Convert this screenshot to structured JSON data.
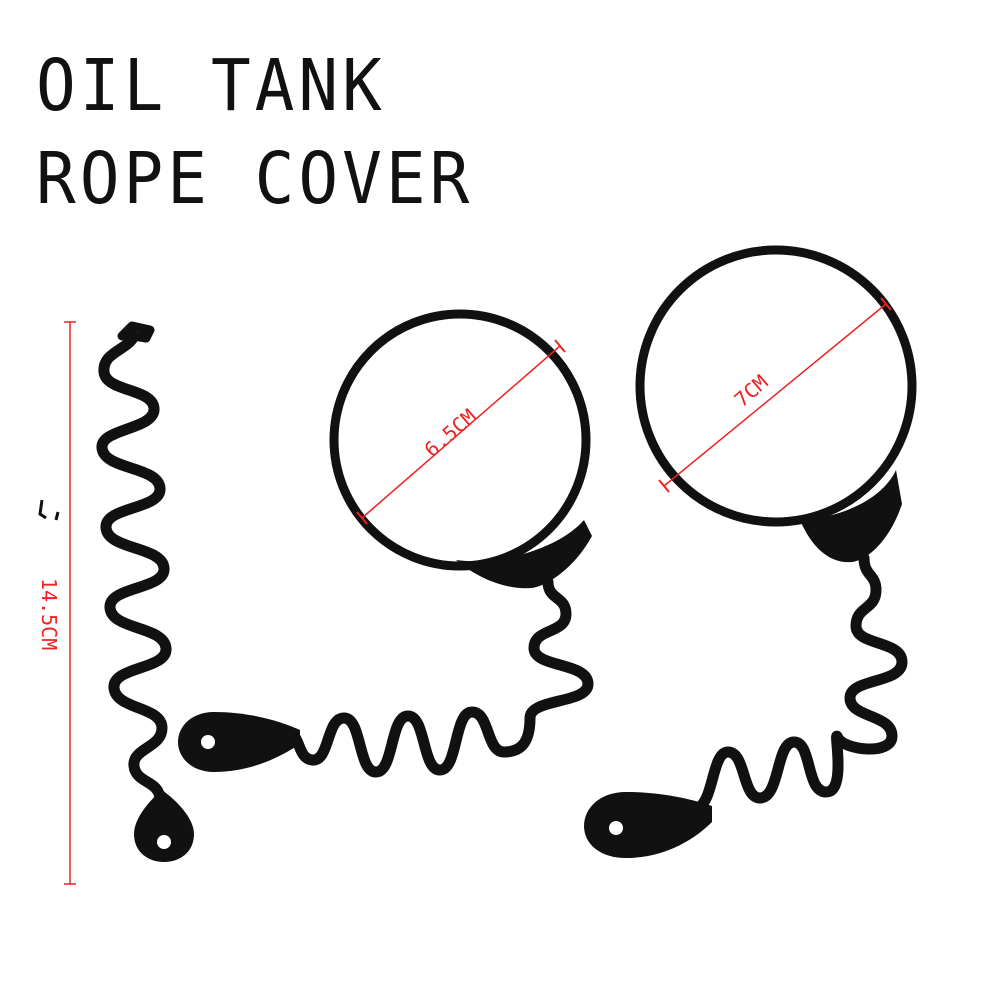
{
  "title": {
    "line1": "OIL TANK",
    "line2": "ROPE COVER"
  },
  "dimensions": {
    "rope_length": "14.5CM",
    "small_ring_diameter": "6.5CM",
    "large_ring_diameter": "7CM"
  },
  "colors": {
    "product": "#111111",
    "measure": "#ee2222",
    "background": "#ffffff"
  }
}
